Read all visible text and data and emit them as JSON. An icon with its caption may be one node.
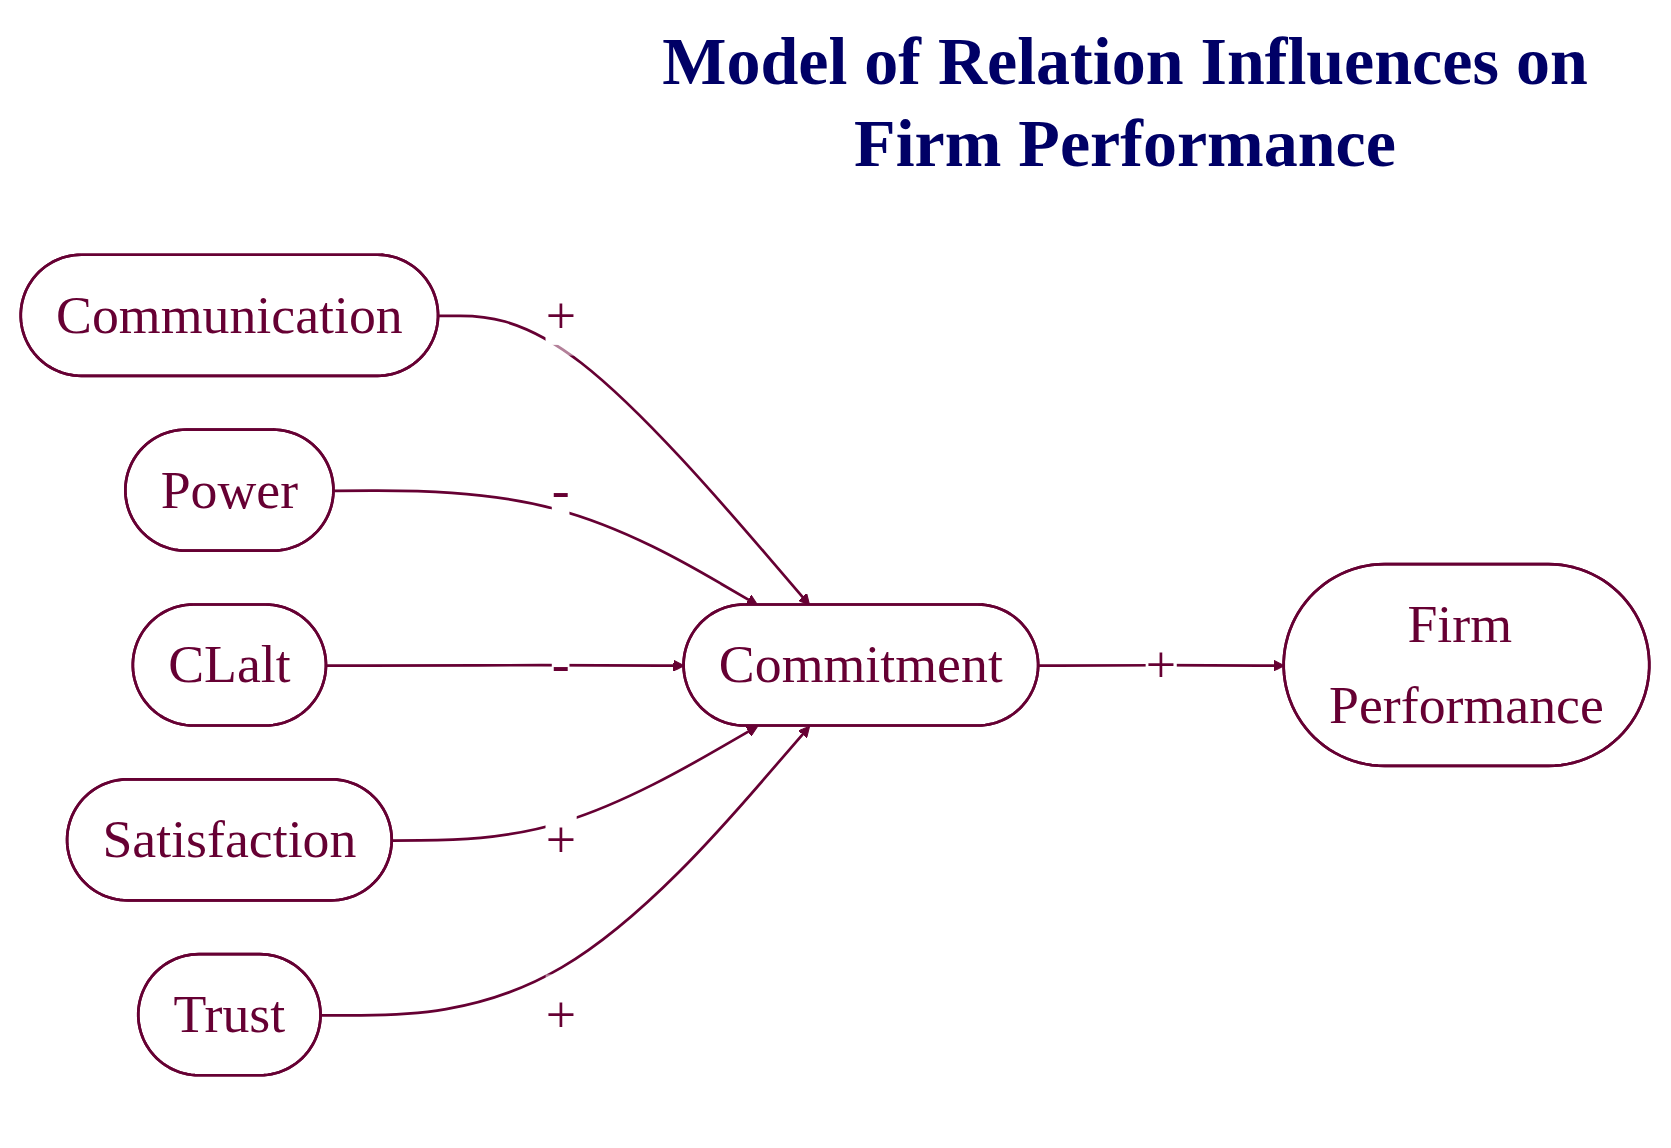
{
  "diagram": {
    "title": "Model of Relation Influences on Firm Performance",
    "nodes": [
      {
        "text": [
          "Communication"
        ]
      },
      {
        "text": [
          "Power"
        ]
      },
      {
        "text": [
          "CLalt"
        ]
      },
      {
        "text": [
          "Satisfaction"
        ]
      },
      {
        "text": [
          "Trust"
        ]
      },
      {
        "text": [
          "Commitment"
        ]
      },
      {
        "text": [
          "Firm Performance"
        ]
      }
    ],
    "edges": [
      {
        "from": 0,
        "to": 5,
        "arrow": "to",
        "label": "+"
      },
      {
        "from": 1,
        "to": 5,
        "arrow": "to",
        "label": "-"
      },
      {
        "from": 2,
        "to": 5,
        "arrow": "to",
        "label": "-"
      },
      {
        "from": 3,
        "to": 5,
        "arrow": "to",
        "label": "+"
      },
      {
        "from": 4,
        "to": 5,
        "arrow": "to",
        "label": "+"
      },
      {
        "from": 5,
        "to": 6,
        "arrow": "to",
        "label": "+"
      }
    ]
  }
}
